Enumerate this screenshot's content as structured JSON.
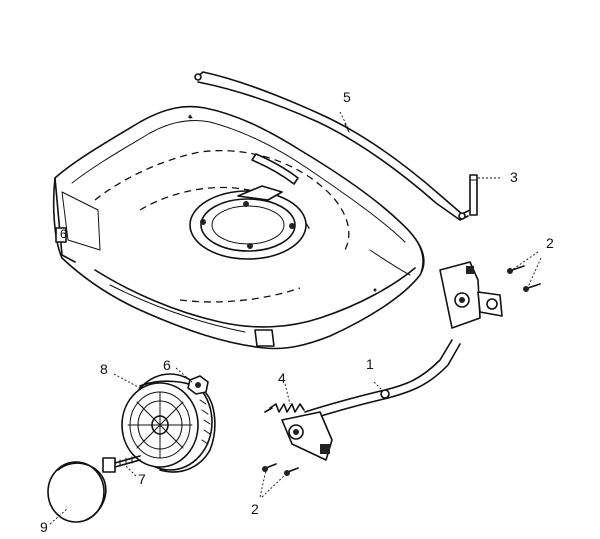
{
  "diagram": {
    "parts": [
      {
        "id": "handle-bar",
        "label": "5"
      },
      {
        "id": "handle-pin",
        "label": "3"
      },
      {
        "id": "height-adjust-bolts-right",
        "label": "2"
      },
      {
        "id": "front-axle-rod",
        "label": "1"
      },
      {
        "id": "spring",
        "label": "4"
      },
      {
        "id": "height-adjust-bolts-left",
        "label": "2"
      },
      {
        "id": "wheel",
        "label": "8"
      },
      {
        "id": "wheel-nut",
        "label": "6"
      },
      {
        "id": "wheel-bolt",
        "label": "7"
      },
      {
        "id": "hubcap",
        "label": "9"
      },
      {
        "id": "deck-side-mark",
        "label": "6"
      }
    ]
  }
}
